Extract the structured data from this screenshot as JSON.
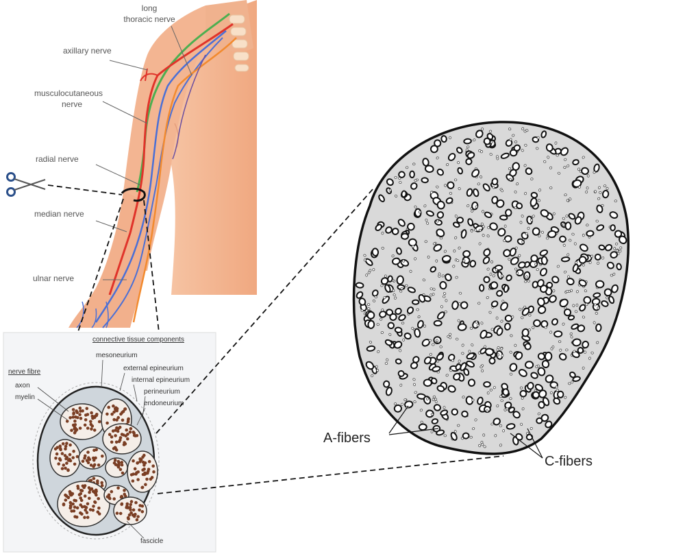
{
  "arm_labels": {
    "long_thoracic_1": "long",
    "long_thoracic_2": "thoracic nerve",
    "axillary": "axillary nerve",
    "musculocutaneous_1": "musculocutaneous",
    "musculocutaneous_2": "nerve",
    "radial": "radial nerve",
    "median": "median nerve",
    "ulnar": "ulnar nerve"
  },
  "section_labels": {
    "connective": "connective tissue components",
    "mesoneurium": "mesoneurium",
    "external_epineurium": "external epineurium",
    "internal_epineurium": "internal epineurium",
    "perineurium": "perineurium",
    "endoneurium": "endoneurium",
    "nerve_fibre": "nerve fibre",
    "axon": "axon",
    "myelin": "myelin",
    "fascicle": "fascicle"
  },
  "fiber_labels": {
    "a_fibers": "A-fibers",
    "c_fibers": "C-fibers"
  },
  "icons": {
    "scissors": "scissors-icon"
  },
  "colors": {
    "skin": "#f4b896",
    "nerve_red": "#e0332a",
    "nerve_green": "#4caf50",
    "nerve_blue": "#4a6fd6",
    "nerve_orange": "#f28a2e",
    "fiber_fill": "#d9d9d9",
    "fascicle_dot": "#7a3e24",
    "scissors": "#2a4f8a"
  }
}
